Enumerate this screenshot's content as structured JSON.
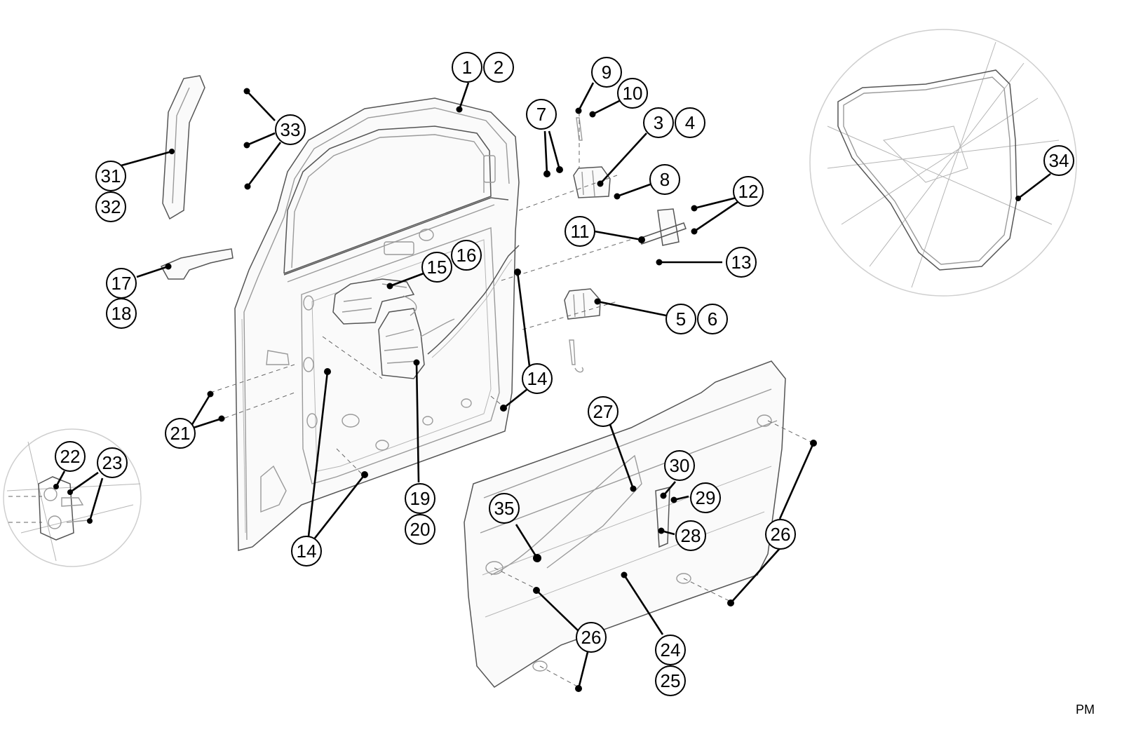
{
  "callouts": [
    "1",
    "2",
    "3",
    "4",
    "5",
    "6",
    "7",
    "8",
    "9",
    "10",
    "11",
    "12",
    "13",
    "14",
    "15",
    "16",
    "17",
    "18",
    "19",
    "20",
    "21",
    "22",
    "23",
    "24",
    "25",
    "26",
    "27",
    "28",
    "29",
    "30",
    "31",
    "32",
    "33",
    "34",
    "35"
  ],
  "corner_mark": "PM"
}
